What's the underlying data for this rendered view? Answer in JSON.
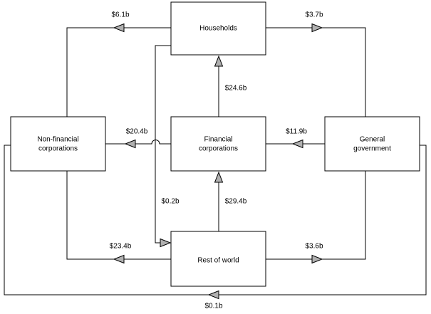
{
  "diagram": {
    "type": "financial-flow-diagram",
    "currency_unit": "billions of dollars",
    "nodes": [
      {
        "id": "households",
        "label_line1": "Households",
        "label_line2": ""
      },
      {
        "id": "nonfin",
        "label_line1": "Non-financial",
        "label_line2": "corporations"
      },
      {
        "id": "fincorp",
        "label_line1": "Financial",
        "label_line2": "corporations"
      },
      {
        "id": "government",
        "label_line1": "General",
        "label_line2": "government"
      },
      {
        "id": "restofworld",
        "label_line1": "Rest of world",
        "label_line2": ""
      }
    ],
    "flows": [
      {
        "id": "hh-to-nonfin",
        "label": "$6.1b",
        "from": "households",
        "to": "nonfin",
        "value": 6.1
      },
      {
        "id": "hh-to-gov",
        "label": "$3.7b",
        "from": "households",
        "to": "government",
        "value": 3.7
      },
      {
        "id": "fin-to-hh",
        "label": "$24.6b",
        "from": "fincorp",
        "to": "households",
        "value": 24.6
      },
      {
        "id": "fin-to-nonfin",
        "label": "$20.4b",
        "from": "fincorp",
        "to": "nonfin",
        "value": 20.4
      },
      {
        "id": "gov-to-fin",
        "label": "$11.9b",
        "from": "government",
        "to": "fincorp",
        "value": 11.9
      },
      {
        "id": "hh-to-row",
        "label": "$0.2b",
        "from": "households",
        "to": "restofworld",
        "value": 0.2
      },
      {
        "id": "row-to-fin",
        "label": "$29.4b",
        "from": "restofworld",
        "to": "fincorp",
        "value": 29.4
      },
      {
        "id": "row-to-nonfin",
        "label": "$23.4b",
        "from": "restofworld",
        "to": "nonfin",
        "value": 23.4
      },
      {
        "id": "row-to-gov",
        "label": "$3.6b",
        "from": "restofworld",
        "to": "government",
        "value": 3.6
      },
      {
        "id": "gov-to-nonfin",
        "label": "$0.1b",
        "from": "government",
        "to": "nonfin",
        "value": 0.1
      }
    ]
  },
  "colors": {
    "line": "#000000",
    "arrow_fill": "#b0b0b0",
    "background": "#ffffff"
  }
}
